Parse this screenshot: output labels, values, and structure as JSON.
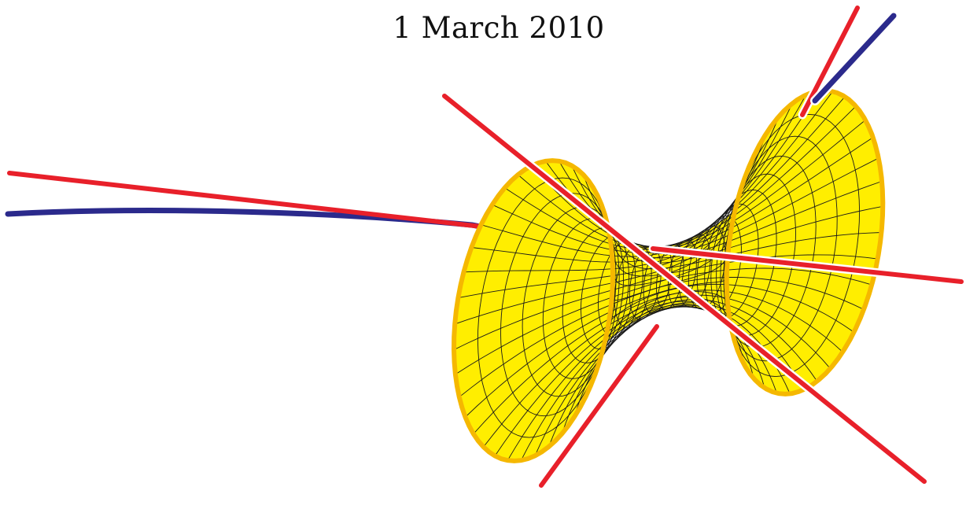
{
  "caption": "1 March 2010",
  "colors": {
    "surface_fill": "#ffee00",
    "surface_rim": "#f5b800",
    "mesh_line": "#1a1a1a",
    "red_line": "#e8202a",
    "blue_line": "#2b2a8c",
    "background": "#ffffff"
  },
  "figure": {
    "surface": "hyperboloid-of-one-sheet",
    "mesh_rings": 22,
    "mesh_rulings": 36,
    "red_line_count": 4,
    "blue_line_count": 2
  }
}
